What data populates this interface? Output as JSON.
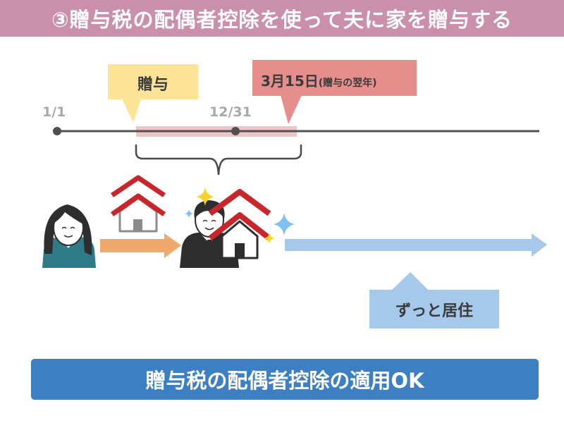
{
  "title": "③贈与税の配偶者控除を使って夫に家を贈与する",
  "timeline": {
    "start_label": "1/1",
    "year_end_label": "12/31",
    "gift_callout": "贈与",
    "deadline_callout": {
      "date": "3月15日",
      "note": "(贈与の翌年)"
    }
  },
  "residence_callout": "ずっと居住",
  "result": "贈与税の配偶者控除の適用OK",
  "colors": {
    "title_bar": "#c98fab",
    "gift_callout": "#fce396",
    "deadline_callout": "#e58e8c",
    "period_band": "#eec4c6",
    "arrow_orange": "#f0a86b",
    "arrow_blue": "#a6c8ea",
    "house_red": "#c9262b",
    "result_bar": "#3d7fc3"
  },
  "icons": [
    "wife-avatar-icon",
    "house-icon",
    "husband-avatar-icon",
    "sparkle-icon"
  ]
}
